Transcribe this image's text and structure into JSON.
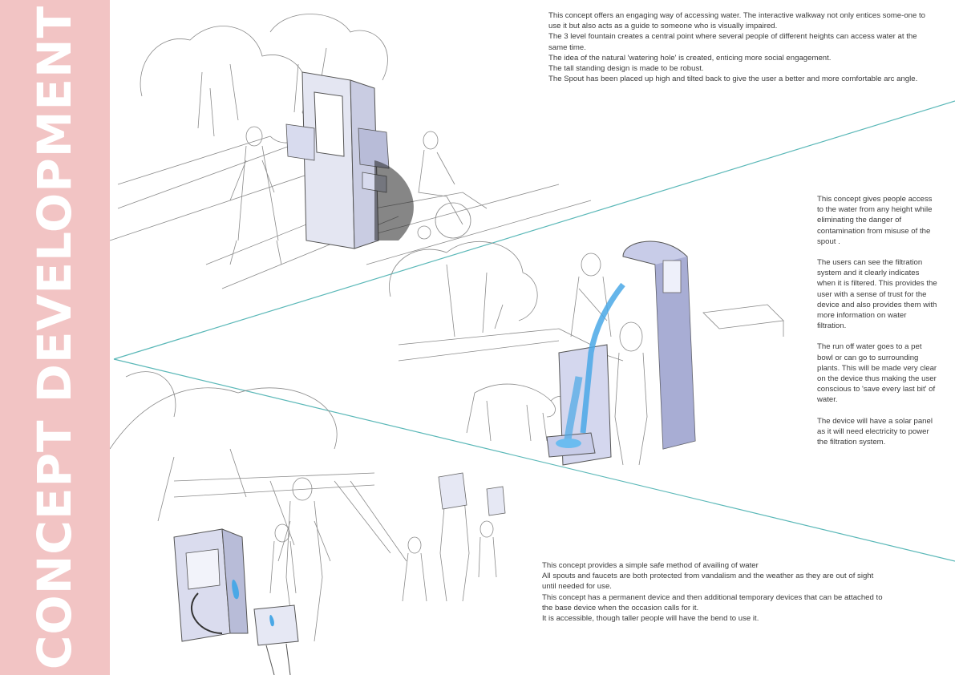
{
  "sidebar": {
    "title": "CONCEPT DEVELOPMENT",
    "color": "#f2c4c4"
  },
  "colors": {
    "divider": "#5bb8b8",
    "water": "#4aa8e6",
    "device": "#c8cce8"
  },
  "concepts": [
    {
      "id": "walkway-fountain",
      "paragraphs": [
        "This concept offers an engaging way of accessing water. The interactive walkway not only entices some-one to use it but also acts as a guide to someone who is visually impaired.",
        "The 3 level fountain creates a central point where several people of different heights can access water at the same time.",
        "The idea of the natural 'watering hole' is created, enticing more social engagement.",
        "The tall standing design is made to be robust.",
        "The Spout has been placed up high and tilted back to give the user a better  and more comfortable arc angle."
      ]
    },
    {
      "id": "filtration-fountain",
      "paragraphs": [
        "This concept gives people access  to the water from any height while eliminating the danger of  contamination from misuse of the spout .",
        "The users can see the filtration system and it clearly indicates when it is filtered. This provides the user with a sense of trust for the device and also provides them with more information on water filtration.",
        "The run off water goes to a pet bowl or can go to surrounding plants. This will be made very clear on the device thus making the user conscious to 'save every last bit' of water.",
        "The device will have a solar panel as it will need electricity to power the filtration system."
      ]
    },
    {
      "id": "modular-fountain",
      "paragraphs": [
        "This concept provides a simple safe method of availing of water",
        "All spouts and faucets are both protected from vandalism and the weather as they are out of sight until needed for use.",
        "This concept has a permanent device and then additional temporary devices that can be attached to the base device when the occasion calls for it.",
        "It is accessible, though taller people will have the bend to use it."
      ]
    }
  ]
}
